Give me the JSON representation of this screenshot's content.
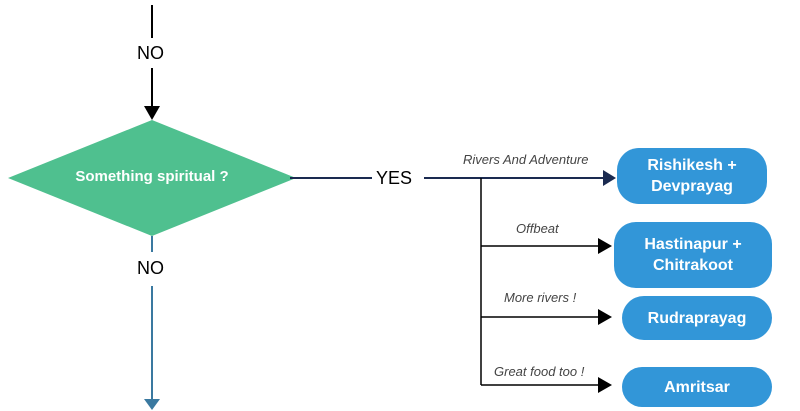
{
  "top_label": "NO",
  "decision": "Something  spiritual ?",
  "yes_label": "YES",
  "bottom_label": "NO",
  "branches": [
    {
      "edge_label": "Rivers And Adventure",
      "destination": "Rishikesh +\nDevprayag"
    },
    {
      "edge_label": "Offbeat",
      "destination": "Hastinapur +\nChitrakoot"
    },
    {
      "edge_label": "More rivers !",
      "destination": "Rudraprayag"
    },
    {
      "edge_label": "Great food too !",
      "destination": "Amritsar"
    }
  ],
  "colors": {
    "diamond": "#4fc08f",
    "destination": "#3296d8",
    "yes_line": "#1a2a50",
    "bottom_arrow": "#3a79a0"
  }
}
